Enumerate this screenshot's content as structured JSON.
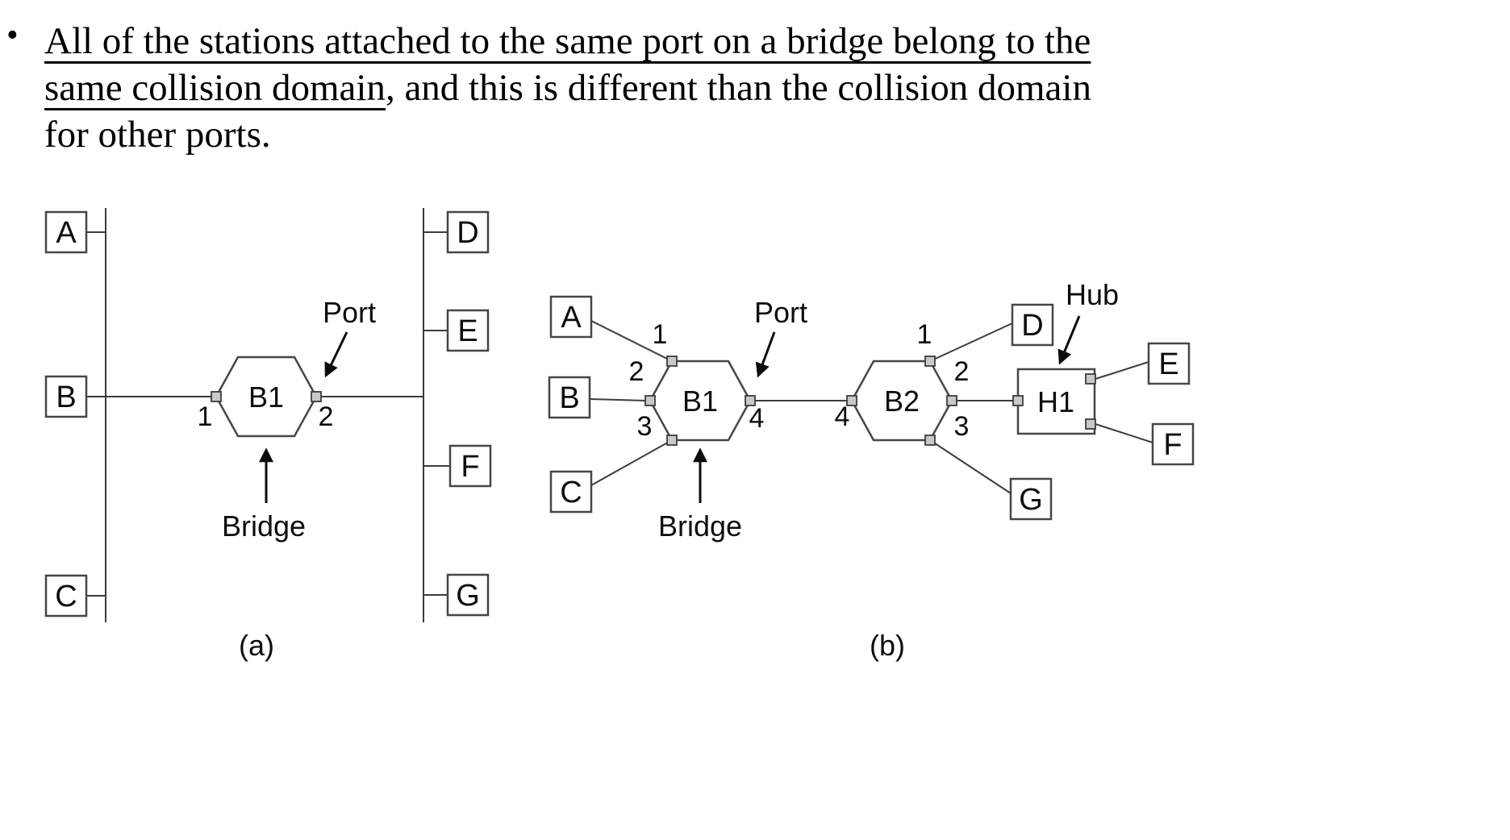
{
  "colors": {
    "background": "#ffffff",
    "line_stroke": "#3c3c3c",
    "box_border": "#464646",
    "port_fill": "#c9c9c9",
    "text": "#0d0d0d"
  },
  "bullet_text": {
    "marker": "•",
    "underlined_line1": "All of the stations attached to the same port on a bridge belong to the",
    "underlined_line2": "same collision domain",
    "rest_of_line2": ", and this is different than the collision domain",
    "line3": "for other ports."
  },
  "diagram_a": {
    "caption": "(a)",
    "stations": {
      "A": "A",
      "B": "B",
      "C": "C",
      "D": "D",
      "E": "E",
      "F": "F",
      "G": "G"
    },
    "bridge": {
      "label": "B1",
      "port_left": "1",
      "port_right": "2"
    },
    "annotations": {
      "port": "Port",
      "bridge": "Bridge"
    }
  },
  "diagram_b": {
    "caption": "(b)",
    "stations": {
      "A": "A",
      "B": "B",
      "C": "C",
      "D": "D",
      "E": "E",
      "F": "F",
      "G": "G"
    },
    "bridge1": {
      "label": "B1",
      "port1": "1",
      "port2": "2",
      "port3": "3",
      "port4": "4"
    },
    "bridge2": {
      "label": "B2",
      "port1": "1",
      "port2": "2",
      "port3": "3",
      "port4": "4"
    },
    "hub": {
      "label": "H1"
    },
    "annotations": {
      "port": "Port",
      "bridge": "Bridge",
      "hub": "Hub"
    }
  }
}
